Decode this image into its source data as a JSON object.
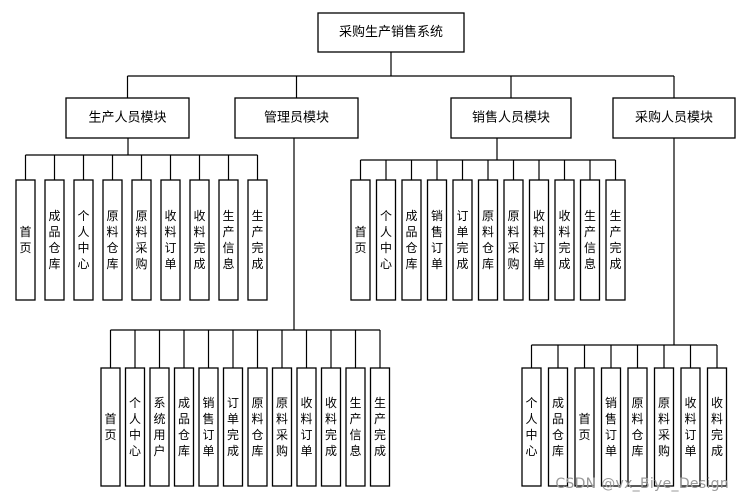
{
  "root": {
    "label": "采购生产销售系统"
  },
  "modules": [
    {
      "label": "生产人员模块",
      "items": [
        "首页",
        "成品仓库",
        "个人中心",
        "原料仓库",
        "原料采购",
        "收料订单",
        "收料完成",
        "生产信息",
        "生产完成"
      ]
    },
    {
      "label": "管理员模块",
      "items": [
        "首页",
        "个人中心",
        "系统用户",
        "成品仓库",
        "销售订单",
        "订单完成",
        "原料仓库",
        "原料采购",
        "收料订单",
        "收料完成",
        "生产信息",
        "生产完成"
      ]
    },
    {
      "label": "销售人员模块",
      "items": [
        "首页",
        "个人中心",
        "成品仓库",
        "销售订单",
        "订单完成",
        "原料仓库",
        "原料采购",
        "收料订单",
        "收料完成",
        "生产信息",
        "生产完成"
      ]
    },
    {
      "label": "采购人员模块",
      "items": [
        "个人中心",
        "成品仓库",
        "首页",
        "销售订单",
        "原料仓库",
        "原料采购",
        "收料订单",
        "收料完成"
      ]
    }
  ],
  "watermark": "CSDN @vx_Biye_Design"
}
